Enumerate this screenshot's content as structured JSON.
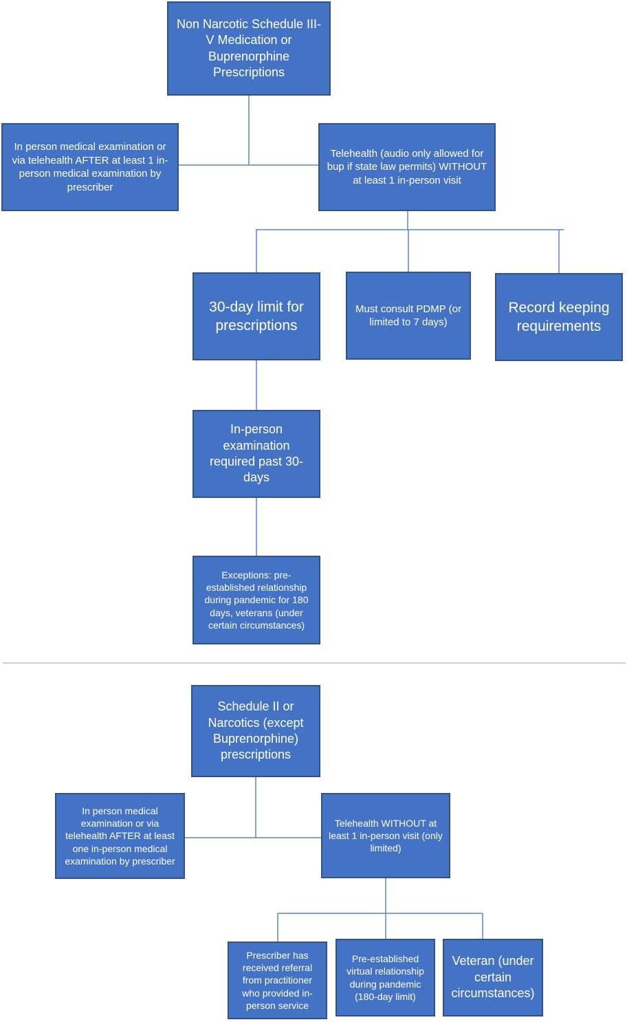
{
  "section1": {
    "root": "Non Narcotic Schedule III-V Medication or Buprenorphine Prescriptions",
    "in_person": "In person medical examination or via telehealth AFTER at least 1 in-person medical examination by prescriber",
    "telehealth": "Telehealth (audio only allowed for bup if state law permits) WITHOUT at least 1 in-person visit",
    "limit_30": "30-day limit for prescriptions",
    "pdmp": "Must consult PDMP (or limited to 7 days)",
    "record_keeping": "Record keeping requirements",
    "in_person_required": "In-person examination required past 30-days",
    "exceptions": "Exceptions: pre-established relationship during pandemic for 180 days, veterans (under certain circumstances)"
  },
  "section2": {
    "root": "Schedule II or Narcotics (except Buprenorphine) prescriptions",
    "in_person": "In person medical examination or via telehealth AFTER at least one in-person medical examination by prescriber",
    "telehealth": "Telehealth WITHOUT at least 1 in-person visit (only limited)",
    "referral": "Prescriber has received referral from practitioner who provided in-person service",
    "virtual": "Pre-established virtual relationship during pandemic (180-day limit)",
    "veteran": "Veteran (under certain circumstances)"
  },
  "colors": {
    "box_fill": "#4472c4",
    "box_border": "#2f528f",
    "connector": "#5b84c4",
    "divider": "#d0d0d0",
    "text": "#ffffff"
  }
}
